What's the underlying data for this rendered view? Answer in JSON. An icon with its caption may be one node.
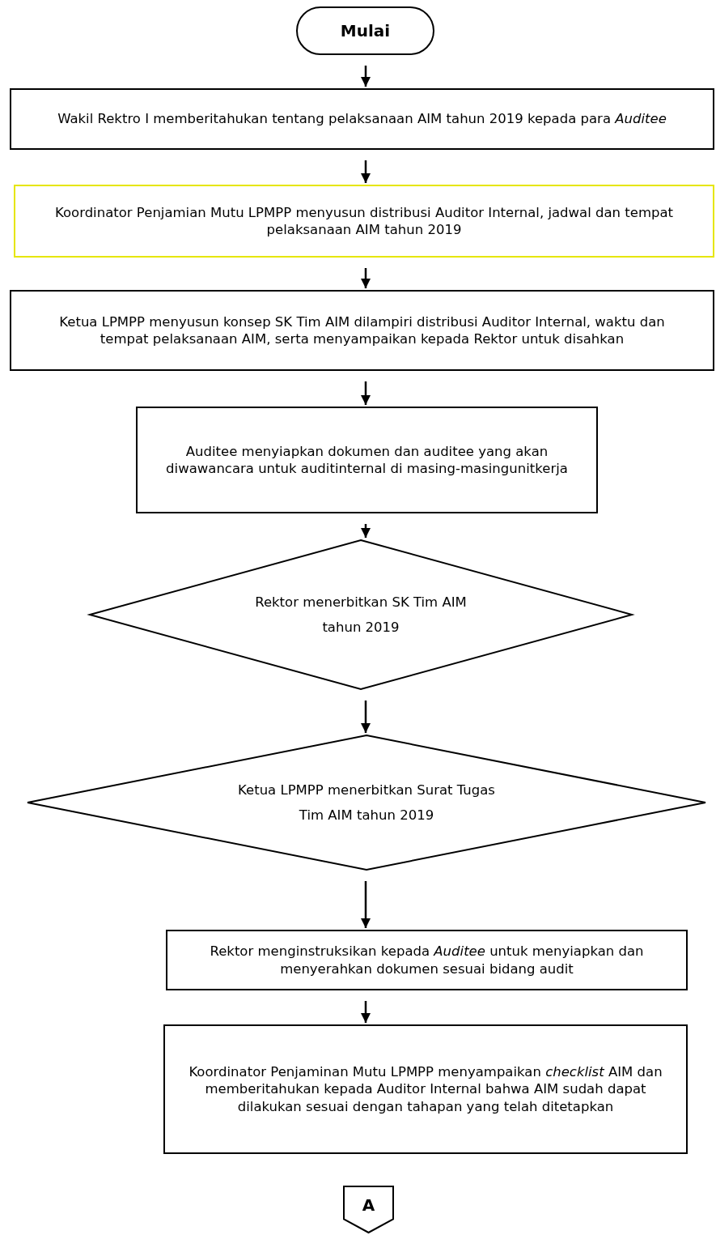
{
  "diagram": {
    "nodes": [
      {
        "text": [
          "Mulai"
        ]
      },
      {
        "text": [
          "Wakil Rektro I memberitahukan tentang pelaksanaan AIM tahun 2019 kepada para *Auditee*"
        ]
      },
      {
        "text": [
          "Koordinator Penjamian Mutu LPMPP menyusun distribusi Auditor Internal, jadwal dan tempat pelaksanaan AIM tahun 2019"
        ]
      },
      {
        "text": [
          "Ketua LPMPP menyusun konsep SK Tim AIM dilampiri distribusi Auditor Internal, waktu dan tempat pelaksanaan AIM, serta menyampaikan kepada Rektor untuk disahkan"
        ]
      },
      {
        "text": [
          "Auditee menyiapkan dokumen dan auditee yang akan diwawancara untuk auditinternal di masing-masingunitkerja"
        ]
      },
      {
        "text": [
          "Rektor menerbitkan SK Tim AIM tahun 2019"
        ]
      },
      {
        "text": [
          "Ketua LPMPP menerbitkan Surat Tugas Tim AIM tahun 2019"
        ]
      },
      {
        "text": [
          "Rektor menginstruksikan kepada *Auditee* untuk menyiapkan dan menyerahkan dokumen sesuai bidang audit"
        ]
      },
      {
        "text": [
          "Koordinator Penjaminan Mutu LPMPP menyampaikan *checklist* AIM dan memberitahukan kepada Auditor Internal bahwa AIM sudah dapat dilakukan sesuai dengan tahapan yang telah ditetapkan"
        ]
      },
      {
        "text": [
          "A"
        ]
      }
    ],
    "edges": [
      {
        "from": 0,
        "to": 1,
        "arrow": "to"
      },
      {
        "from": 1,
        "to": 2,
        "arrow": "to"
      },
      {
        "from": 2,
        "to": 3,
        "arrow": "to"
      },
      {
        "from": 3,
        "to": 4,
        "arrow": "to"
      },
      {
        "from": 4,
        "to": 5,
        "arrow": "to"
      },
      {
        "from": 5,
        "to": 6,
        "arrow": "to"
      },
      {
        "from": 6,
        "to": 7,
        "arrow": "to"
      },
      {
        "from": 7,
        "to": 8,
        "arrow": "to"
      }
    ]
  }
}
